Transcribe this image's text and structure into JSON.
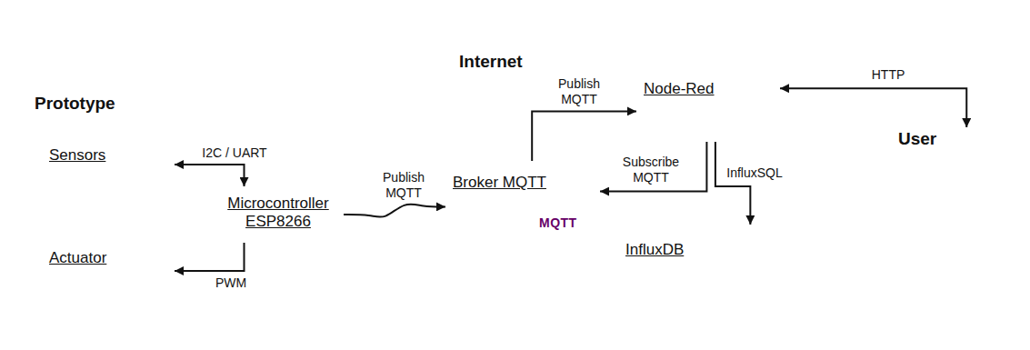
{
  "diagram": {
    "nodes": [
      {
        "text": [
          "Prototype"
        ]
      },
      {
        "text": [
          "Sensors"
        ],
        "in": 0
      },
      {
        "text": [
          "Microcontroller ESP8266"
        ],
        "in": 0
      },
      {
        "text": [
          "Actuator"
        ],
        "in": 0
      },
      {
        "text": [
          "Internet"
        ]
      },
      {
        "text": [
          "Node-Red"
        ],
        "in": 4
      },
      {
        "text": [
          "Broker MQTT"
        ],
        "in": 4
      },
      {
        "text": [
          "InfluxDB"
        ],
        "in": 4
      },
      {
        "text": [
          "User"
        ]
      }
    ],
    "edges": [
      {
        "from": 1,
        "to": 2,
        "label": "I2C / UART",
        "arrow": "both"
      },
      {
        "from": 2,
        "to": 3,
        "label": "PWM",
        "arrow": "to"
      },
      {
        "from": 2,
        "to": 6,
        "label": "Publish MQTT",
        "arrow": "to"
      },
      {
        "from": 6,
        "to": 5,
        "label": "Publish MQTT",
        "arrow": "to"
      },
      {
        "from": 5,
        "to": 6,
        "label": "Subscribe MQTT",
        "arrow": "to"
      },
      {
        "from": 5,
        "to": 7,
        "label": "InfluxSQL",
        "arrow": "to"
      },
      {
        "from": 5,
        "to": 8,
        "label": "HTTP",
        "arrow": "both"
      }
    ],
    "labels": [
      "MQTT"
    ]
  }
}
